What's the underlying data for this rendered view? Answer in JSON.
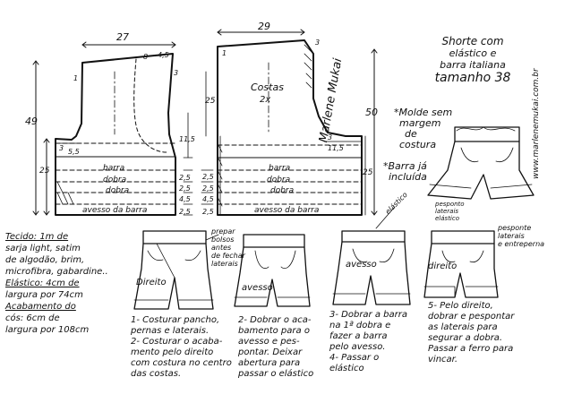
{
  "title": {
    "line1": "Shorte com",
    "line2": "elástico e",
    "line3": "barra italiana",
    "line4": "tamanho 38"
  },
  "website": "www.marlenemukai.com.br",
  "signature": "Marlene Mukai",
  "notes": {
    "molde": [
      "*Molde sem",
      "margem",
      "de",
      "costura"
    ],
    "barra": [
      "*Barra já",
      "incluída"
    ]
  },
  "front_pattern": {
    "width": "27",
    "top_small_a": "8",
    "top_small_b": "4,5",
    "top_small_c": "3",
    "left_small": "1",
    "height_total": "49",
    "height_lower": "25",
    "crotch_a": "3",
    "crotch_b": "5,5",
    "side_a": "11,5",
    "side_b": "2,5",
    "side_c": "2,5",
    "side_d": "4,5",
    "side_e": "2,5",
    "line_barra": "barra",
    "line_dobra1": "dobra",
    "line_dobra2": "dobra",
    "line_avesso": "avesso da barra"
  },
  "back_pattern": {
    "width": "29",
    "top_small": "3",
    "left_small": "1",
    "label": "Costas",
    "count": "2x",
    "height_total": "50",
    "height_lower": "25",
    "left_small_a": "2,5",
    "left_small_b": "2,5",
    "left_small_c": "4,5",
    "left_small_d": "2,5",
    "crotch": "11,5",
    "right_small": "3",
    "line_barra": "barra",
    "line_dobra1": "dobra",
    "line_dobra2": "dobra",
    "line_avesso": "avesso da barra"
  },
  "fabric_note": [
    "Tecido: 1m de",
    "sarja light, satim",
    "de algodão, brim,",
    "microfibra, gabardine..",
    "Elástico: 4cm de",
    "largura por 74cm",
    "Acabamento do",
    "cós: 6cm de",
    "largura por 108cm"
  ],
  "sketch_labels": {
    "s1_direito": "Direito",
    "s1_side": [
      "prepar",
      "bolsos",
      "antes",
      "de fechar",
      "laterais"
    ],
    "s2_avesso": "avesso",
    "s3_avesso": "avesso",
    "s3_elastico": "elástico",
    "s4_direito": "direito",
    "s4_side": [
      "pesponte",
      "laterais",
      "e entreperna"
    ],
    "s4_top": [
      "pesponto",
      "laterais",
      "elástico"
    ]
  },
  "steps": {
    "s1": "1- Costurar pancho,\npernas e laterais.\n2- Costurar o acaba-\nmento pelo direito\ncom costura no centro\ndas costas.",
    "s2": "2- Dobrar o aca-\nbamento para o\navesso e pes-\npontar. Deixar\nabertura para\npassar o elástico",
    "s3": "3- Dobrar a barra\nna 1ª dobra e\nfazer a barra\npelo avesso.\n4- Passar o\nelástico",
    "s4": "5- Pelo direito,\ndobrar e pespontar\nas laterais para\nsegurar a dobra.\nPassar a ferro para\nvincar."
  }
}
